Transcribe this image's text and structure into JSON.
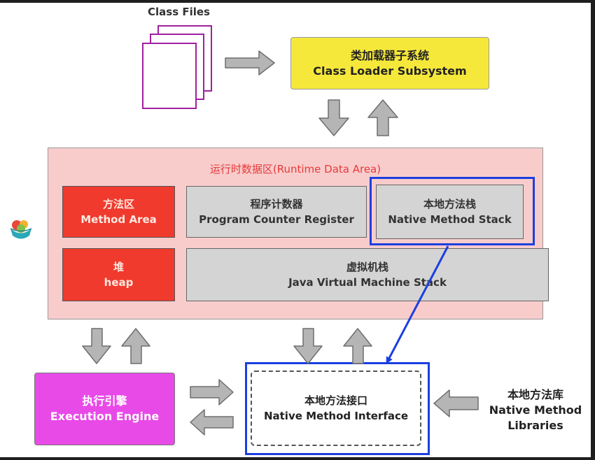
{
  "class_files": {
    "label": "Class Files"
  },
  "class_loader": {
    "cn": "类加载器子系统",
    "en": "Class Loader Subsystem"
  },
  "runtime_area": {
    "title": "运行时数据区(Runtime Data Area)"
  },
  "method_area": {
    "cn": "方法区",
    "en": "Method Area"
  },
  "heap": {
    "cn": "堆",
    "en": "heap"
  },
  "pc_register": {
    "cn": "程序计数器",
    "en": "Program Counter Register"
  },
  "native_stack": {
    "cn": "本地方法栈",
    "en": "Native Method Stack"
  },
  "jvm_stack": {
    "cn": "虚拟机栈",
    "en": "Java Virtual Machine Stack"
  },
  "execution_engine": {
    "cn": "执行引擎",
    "en": "Execution Engine"
  },
  "native_interface": {
    "cn": "本地方法接口",
    "en": "Native Method Interface"
  },
  "native_libraries": {
    "cn": "本地方法库",
    "en1": "Native Method",
    "en2": "Libraries"
  },
  "colors": {
    "loader": "#f6e83a",
    "runtime_bg": "#f9cccc",
    "runtime_title": "#e53a3a",
    "red_region": "#f03a2e",
    "gray_region": "#d4d4d4",
    "execution_engine": "#e84ae8",
    "highlight": "#1a3fe0",
    "arrow_fill": "#b5b5b5",
    "class_file_border": "#a020a0"
  }
}
